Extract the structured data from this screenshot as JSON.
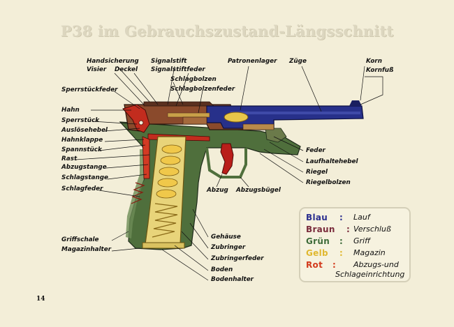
{
  "title": "P38 im Gebrauchszustand-Längsschnitt",
  "page_number": "14",
  "labels": {
    "handsicherung": "Handsicherung",
    "visier": "Visier",
    "deckel": "Deckel",
    "signalstift": "Signalstift",
    "signalstiftfeder": "Signalstiftfeder",
    "schlagbolzen": "Schlagbolzen",
    "schlagbolzenfeder": "Schlagbolzenfeder",
    "patronenlager": "Patronenlager",
    "zuege": "Züge",
    "korn": "Korn",
    "kornfuss": "Kornfuß",
    "sperrstueckfeder": "Sperrstückfeder",
    "hahn": "Hahn",
    "sperrstueck": "Sperrstück",
    "ausloesehebel": "Auslösehebel",
    "hahnklappe": "Hahnklappe",
    "spannstueck": "Spannstück",
    "rast": "Rast",
    "abzugstange": "Abzugstange",
    "schlagstange": "Schlagstange",
    "schlagfeder": "Schlagfeder",
    "griffschale": "Griffschale",
    "magazinhalter": "Magazinhalter",
    "feder": "Feder",
    "laufhaltehebel": "Laufhaltehebel",
    "riegel": "Riegel",
    "riegelbolzen": "Riegelbolzen",
    "abzug": "Abzug",
    "abzugsbuegel": "Abzugsbügel",
    "gehaeuse": "Gehäuse",
    "zubringer": "Zubringer",
    "zubringerfeder": "Zubringerfeder",
    "boden": "Boden",
    "bodenhalter": "Bodenhalter"
  },
  "legend": {
    "items": [
      {
        "color_name": "Blau",
        "value": "Lauf",
        "color": "#2b2f8f"
      },
      {
        "color_name": "Braun",
        "value": "Verschluß",
        "color": "#7a2c3c"
      },
      {
        "color_name": "Grün",
        "value": "Griff",
        "color": "#3d6b3a"
      },
      {
        "color_name": "Gelb",
        "value": "Magazin",
        "color": "#e0b830"
      },
      {
        "color_name": "Rot",
        "value": "Abzugs-und",
        "value2": "Schlageinrichtung",
        "color": "#d23a1c"
      }
    ]
  },
  "colors": {
    "barrel": "#27308a",
    "slide": "#8a4a2c",
    "frame": "#4f6f3c",
    "magazine": "#e8d47a",
    "trigger": "#b91e1a",
    "paper": "#f3eed8"
  }
}
